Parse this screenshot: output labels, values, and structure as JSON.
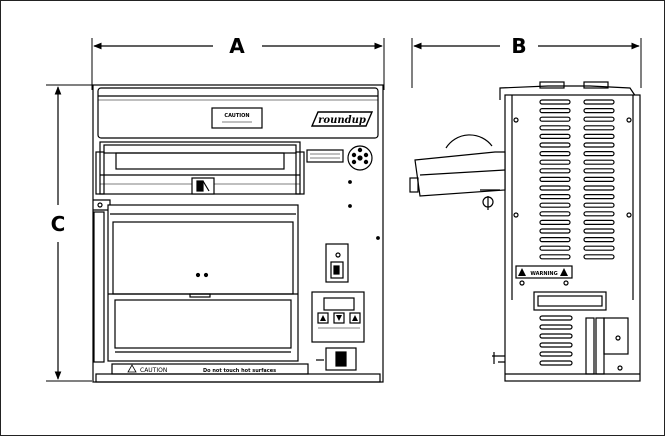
{
  "dimensions": {
    "width_label": "A",
    "depth_label": "B",
    "height_label": "C"
  },
  "front_view": {
    "caution_label": "CAUTION",
    "brand_logo": "roundup",
    "warning_plate_text": "CAUTION",
    "bottom_caution": "CAUTION",
    "bottom_notice": "Do not touch hot surfaces"
  },
  "side_view": {
    "warning_label": "WARNING"
  },
  "colors": {
    "line": "#000000",
    "background": "#ffffff"
  }
}
